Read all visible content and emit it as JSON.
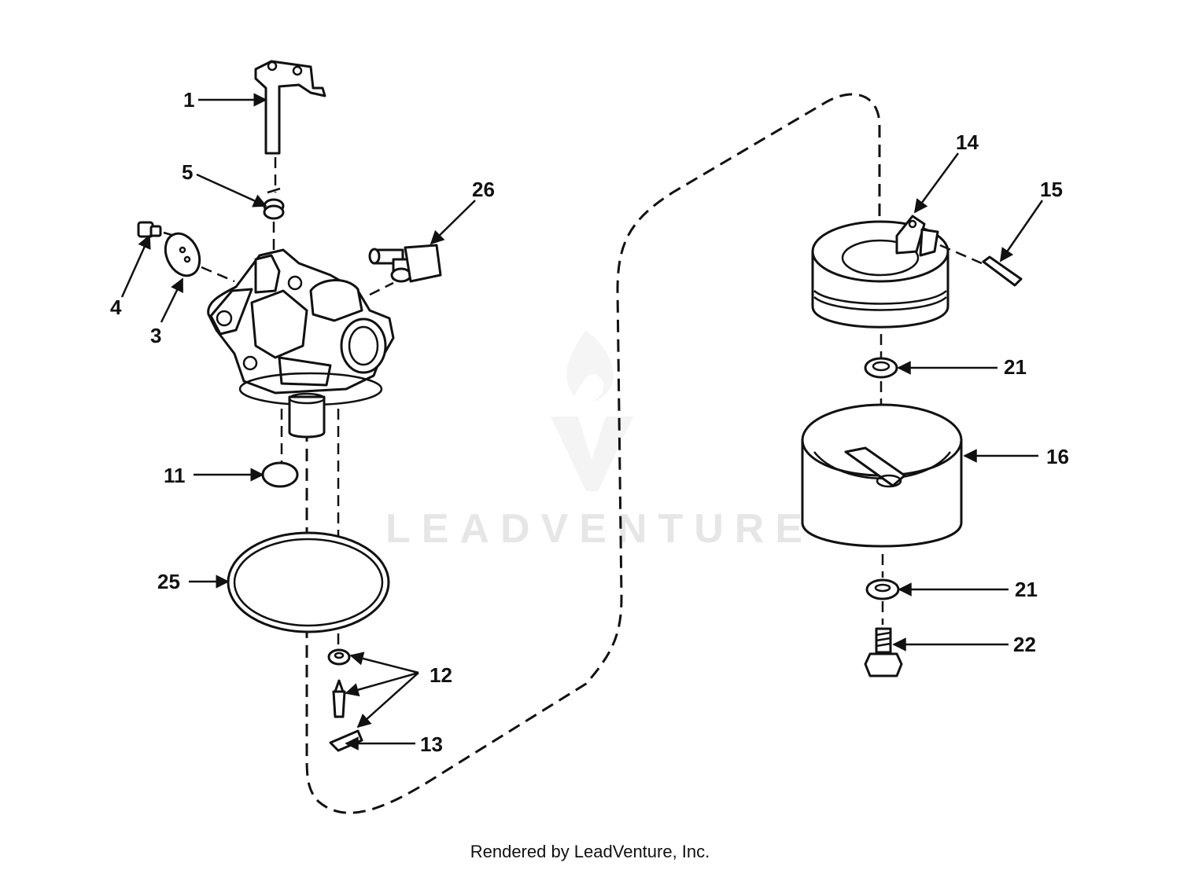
{
  "watermark": {
    "text": "LEADVENTURE"
  },
  "footer": {
    "text": "Rendered by LeadVenture, Inc."
  },
  "callouts": {
    "c1": "1",
    "c5": "5",
    "c26": "26",
    "c4": "4",
    "c3": "3",
    "c11": "11",
    "c25": "25",
    "c12": "12",
    "c13": "13",
    "c14": "14",
    "c15": "15",
    "c21a": "21",
    "c16": "16",
    "c21b": "21",
    "c22": "22"
  }
}
